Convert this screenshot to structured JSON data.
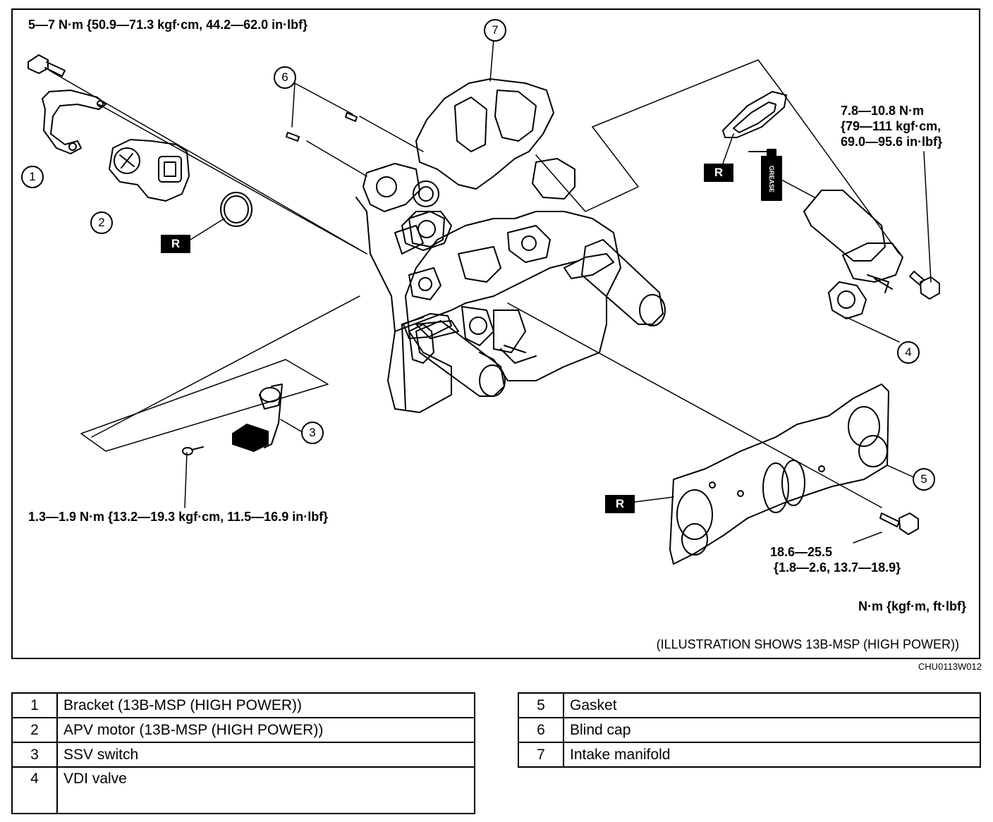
{
  "torque_specs": {
    "top_left": "5—7 N·m {50.9—71.3 kgf·cm, 44.2—62.0 in·lbf}",
    "right": "7.8—10.8 N·m\n{79—111 kgf·cm,\n69.0—95.6 in·lbf}",
    "bottom_left": "1.3—1.9 N·m {13.2—19.3 kgf·cm, 11.5—16.9 in·lbf}",
    "bottom_right": "18.6—25.5\n {1.8—2.6, 13.7—18.9}"
  },
  "replace_marker": "R",
  "grease_label": "GREASE",
  "callouts": [
    "1",
    "2",
    "3",
    "4",
    "5",
    "6",
    "7"
  ],
  "units_note": "N·m {kgf·m, ft·lbf}",
  "illustration_note": "(ILLUSTRATION SHOWS 13B-MSP (HIGH POWER))",
  "figure_code": "CHU0113W012",
  "legend_left": [
    {
      "num": "1",
      "label": "Bracket (13B-MSP (HIGH POWER))"
    },
    {
      "num": "2",
      "label": "APV motor (13B-MSP (HIGH POWER))"
    },
    {
      "num": "3",
      "label": "SSV switch"
    },
    {
      "num": "4",
      "label": "VDI valve"
    }
  ],
  "legend_right": [
    {
      "num": "5",
      "label": "Gasket"
    },
    {
      "num": "6",
      "label": "Blind cap"
    },
    {
      "num": "7",
      "label": "Intake manifold"
    }
  ]
}
